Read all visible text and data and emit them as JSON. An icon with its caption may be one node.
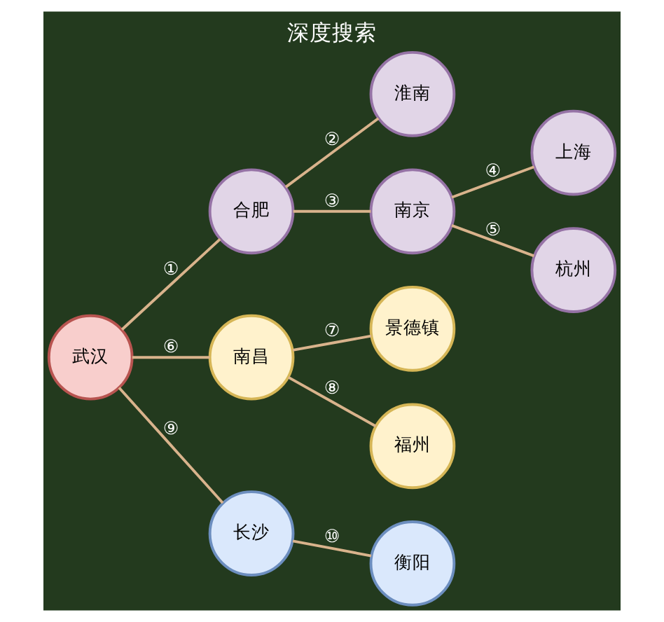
{
  "diagram": {
    "title": "深度搜索",
    "nodes": [
      {
        "text": [
          "武汉"
        ]
      },
      {
        "text": [
          "合肥"
        ]
      },
      {
        "text": [
          "淮南"
        ]
      },
      {
        "text": [
          "南京"
        ]
      },
      {
        "text": [
          "上海"
        ]
      },
      {
        "text": [
          "杭州"
        ]
      },
      {
        "text": [
          "南昌"
        ]
      },
      {
        "text": [
          "景德镇"
        ]
      },
      {
        "text": [
          "福州"
        ]
      },
      {
        "text": [
          "长沙"
        ]
      },
      {
        "text": [
          "衡阳"
        ]
      }
    ],
    "edges": [
      {
        "from": 0,
        "to": 1,
        "arrow": "none",
        "label": "①"
      },
      {
        "from": 1,
        "to": 2,
        "arrow": "none",
        "label": "②"
      },
      {
        "from": 1,
        "to": 3,
        "arrow": "none",
        "label": "③"
      },
      {
        "from": 3,
        "to": 4,
        "arrow": "none",
        "label": "④"
      },
      {
        "from": 3,
        "to": 5,
        "arrow": "none",
        "label": "⑤"
      },
      {
        "from": 0,
        "to": 6,
        "arrow": "none",
        "label": "⑥"
      },
      {
        "from": 6,
        "to": 7,
        "arrow": "none",
        "label": "⑦"
      },
      {
        "from": 6,
        "to": 8,
        "arrow": "none",
        "label": "⑧"
      },
      {
        "from": 0,
        "to": 9,
        "arrow": "none",
        "label": "⑨"
      },
      {
        "from": 9,
        "to": 10,
        "arrow": "none",
        "label": "⑩"
      }
    ]
  }
}
